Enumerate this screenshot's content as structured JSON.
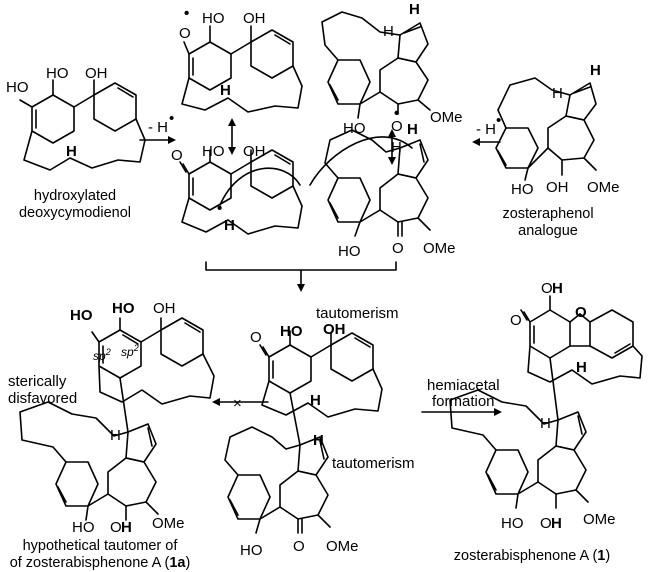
{
  "colors": {
    "blue": "#1c1cd8",
    "red": "#e0171b",
    "magenta": "#e020d0",
    "green": "#1e8a1e",
    "black": "#000000"
  },
  "atoms": {
    "HO": "HO",
    "OH": "OH",
    "O": "O",
    "H": "H",
    "OMe": "OMe",
    "radical_O": "O",
    "radical_dot": "•"
  },
  "labels": {
    "minus_H": "- H",
    "minus_H_dot": "•",
    "sp2": "sp",
    "sp2_sup": "2",
    "tautomerism_red": "tautomerism",
    "tautomerism_magenta": "tautomerism",
    "hemiacetal_1": "hemiacetal",
    "hemiacetal_2": "formation",
    "sterically_1": "sterically",
    "sterically_2": "disfavored",
    "cross": "×"
  },
  "captions": {
    "deoxy_1": "hydroxylated",
    "deoxy_2": "deoxycymodienol",
    "zost_phenol_1": "zosteraphenol",
    "zost_phenol_2": "analogue",
    "hypo_1": "hypothetical tautomer of",
    "hypo_2_pre": "of zosterabisphenone A (",
    "hypo_2_num": "1a",
    "hypo_2_post": ")",
    "final_pre": "zosterabisphenone A (",
    "final_num": "1",
    "final_post": ")"
  }
}
